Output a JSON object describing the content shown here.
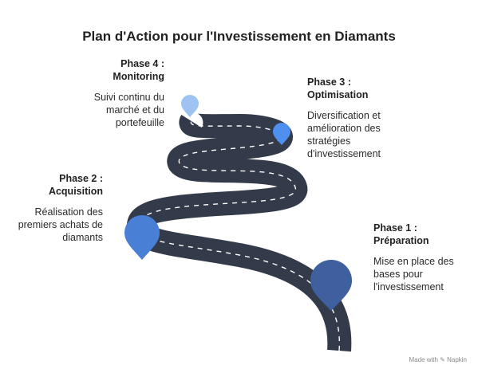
{
  "title": "Plan d'Action pour l'Investissement en Diamants",
  "phases": [
    {
      "title": "Phase 1 :\nPréparation",
      "description": "Mise en place des\nbases pour\nl'investissement",
      "pin_color": "#3f5f9e"
    },
    {
      "title": "Phase 2 :\nAcquisition",
      "description": "Réalisation des\npremiers achats de\ndiamants",
      "pin_color": "#4a7fd6"
    },
    {
      "title": "Phase 3 :\nOptimisation",
      "description": "Diversification et\namélioration des\nstratégies\nd'investissement",
      "pin_color": "#4f8ff0"
    },
    {
      "title": "Phase 4 :\nMonitoring",
      "description": "Suivi continu du\nmarché et du\nportefeuille",
      "pin_color": "#9ec3f2"
    }
  ],
  "road_color": "#333b4a",
  "footer": "Made with ✎ Napkin"
}
